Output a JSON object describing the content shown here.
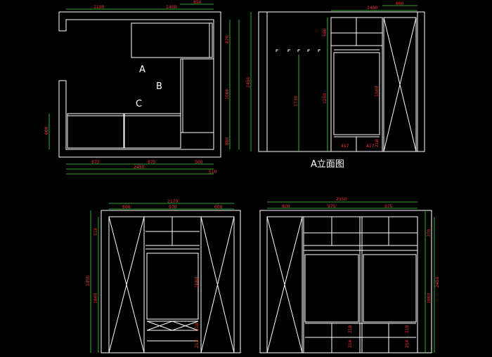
{
  "plan": {
    "dims_top": [
      "1100",
      "1400",
      "850"
    ],
    "dims_bottom": [
      "973",
      "975",
      "500"
    ],
    "dim_total": "2450",
    "dim_total_sub": "510",
    "dims_right": [
      "820",
      "1000",
      "880"
    ],
    "dim_left": "600",
    "labels": [
      "A",
      "B",
      "C"
    ]
  },
  "elevation_a": {
    "title": "A立面图",
    "dims_top": [
      "1400",
      "860"
    ],
    "dim_height": "2450",
    "dims_inner": [
      "580",
      "1250",
      "1560",
      "1730"
    ],
    "dims_bottom": [
      "417",
      "417",
      "218"
    ]
  },
  "elevation_b": {
    "dim_total": "2170",
    "dims_top": [
      "600",
      "970",
      "600"
    ],
    "dims_left": [
      "510",
      "2450",
      "1860"
    ],
    "dims_inner": [
      "1080",
      "218",
      "213"
    ]
  },
  "elevation_c": {
    "dim_total": "2550",
    "dims_top": [
      "600",
      "975",
      "975"
    ],
    "dims_right": [
      "370",
      "2450",
      "1860"
    ],
    "dims_inner": [
      "218",
      "214",
      "218",
      "214"
    ]
  }
}
